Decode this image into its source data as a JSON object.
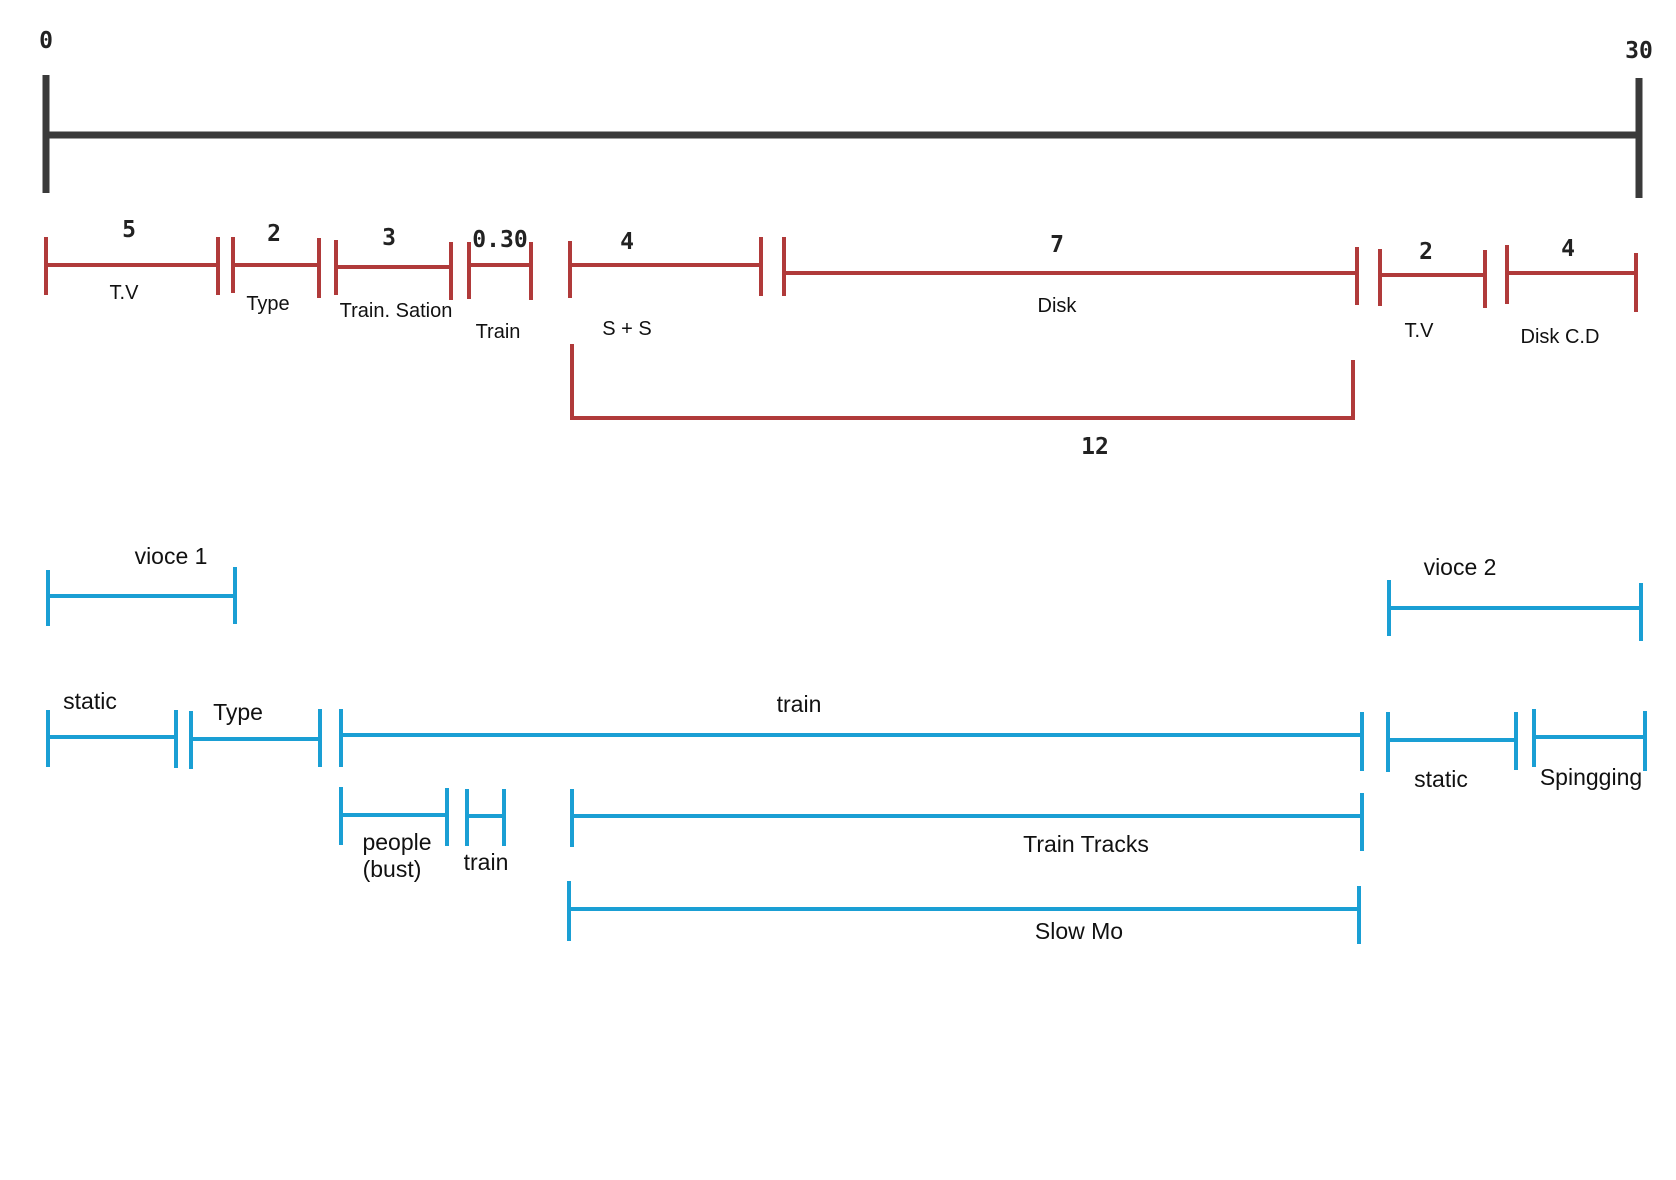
{
  "colors": {
    "timeline": "#3a3a3a",
    "visual": "#b03a3a",
    "audio": "#1a9fd4"
  },
  "timeline": {
    "start_label": "0",
    "end_label": "30"
  },
  "visual_segments": [
    {
      "duration": "5",
      "label": "T.V"
    },
    {
      "duration": "2",
      "label": "Type"
    },
    {
      "duration": "3",
      "label": "Train. Sation"
    },
    {
      "duration": "0.30",
      "label": "Train"
    },
    {
      "duration": "4",
      "label": "S + S"
    },
    {
      "duration": "7",
      "label": "Disk"
    },
    {
      "duration": "2",
      "label": "T.V"
    },
    {
      "duration": "4",
      "label": "Disk C.D"
    }
  ],
  "visual_bracket": {
    "duration": "12"
  },
  "audio_segments": [
    {
      "label": "vioce 1"
    },
    {
      "label": "vioce 2"
    },
    {
      "label": "static"
    },
    {
      "label": "Type"
    },
    {
      "label": "train"
    },
    {
      "label": "static"
    },
    {
      "label": "Spingging"
    },
    {
      "label": "people"
    },
    {
      "label": "(bust)"
    },
    {
      "label": "train"
    },
    {
      "label": "Train Tracks"
    },
    {
      "label": "Slow Mo"
    }
  ]
}
